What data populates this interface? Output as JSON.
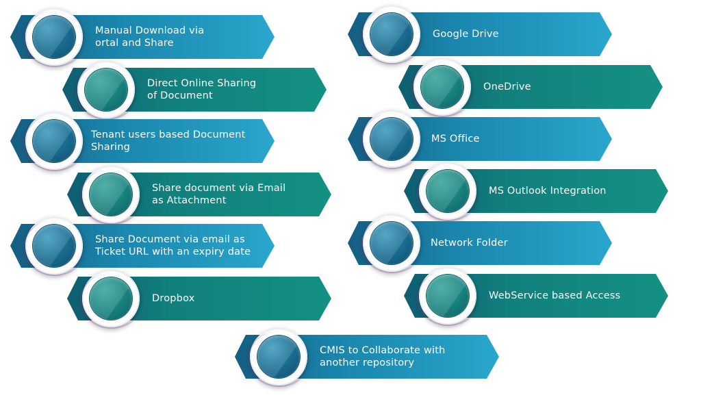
{
  "items": [
    {
      "label": "Manual Download via\nortal and Share"
    },
    {
      "label": "Direct Online Sharing\nof Document"
    },
    {
      "label": "Tenant users based Document\nSharing"
    },
    {
      "label": "Share document via Email\nas Attachment"
    },
    {
      "label": "Share Document via email as\nTicket URL with an expiry date"
    },
    {
      "label": "Dropbox"
    },
    {
      "label": "Google Drive"
    },
    {
      "label": "OneDrive"
    },
    {
      "label": "MS Office"
    },
    {
      "label": "MS Outlook Integration"
    },
    {
      "label": "Network Folder"
    },
    {
      "label": "WebService based Access"
    },
    {
      "label": "CMIS to Collaborate with\nanother repository"
    }
  ]
}
